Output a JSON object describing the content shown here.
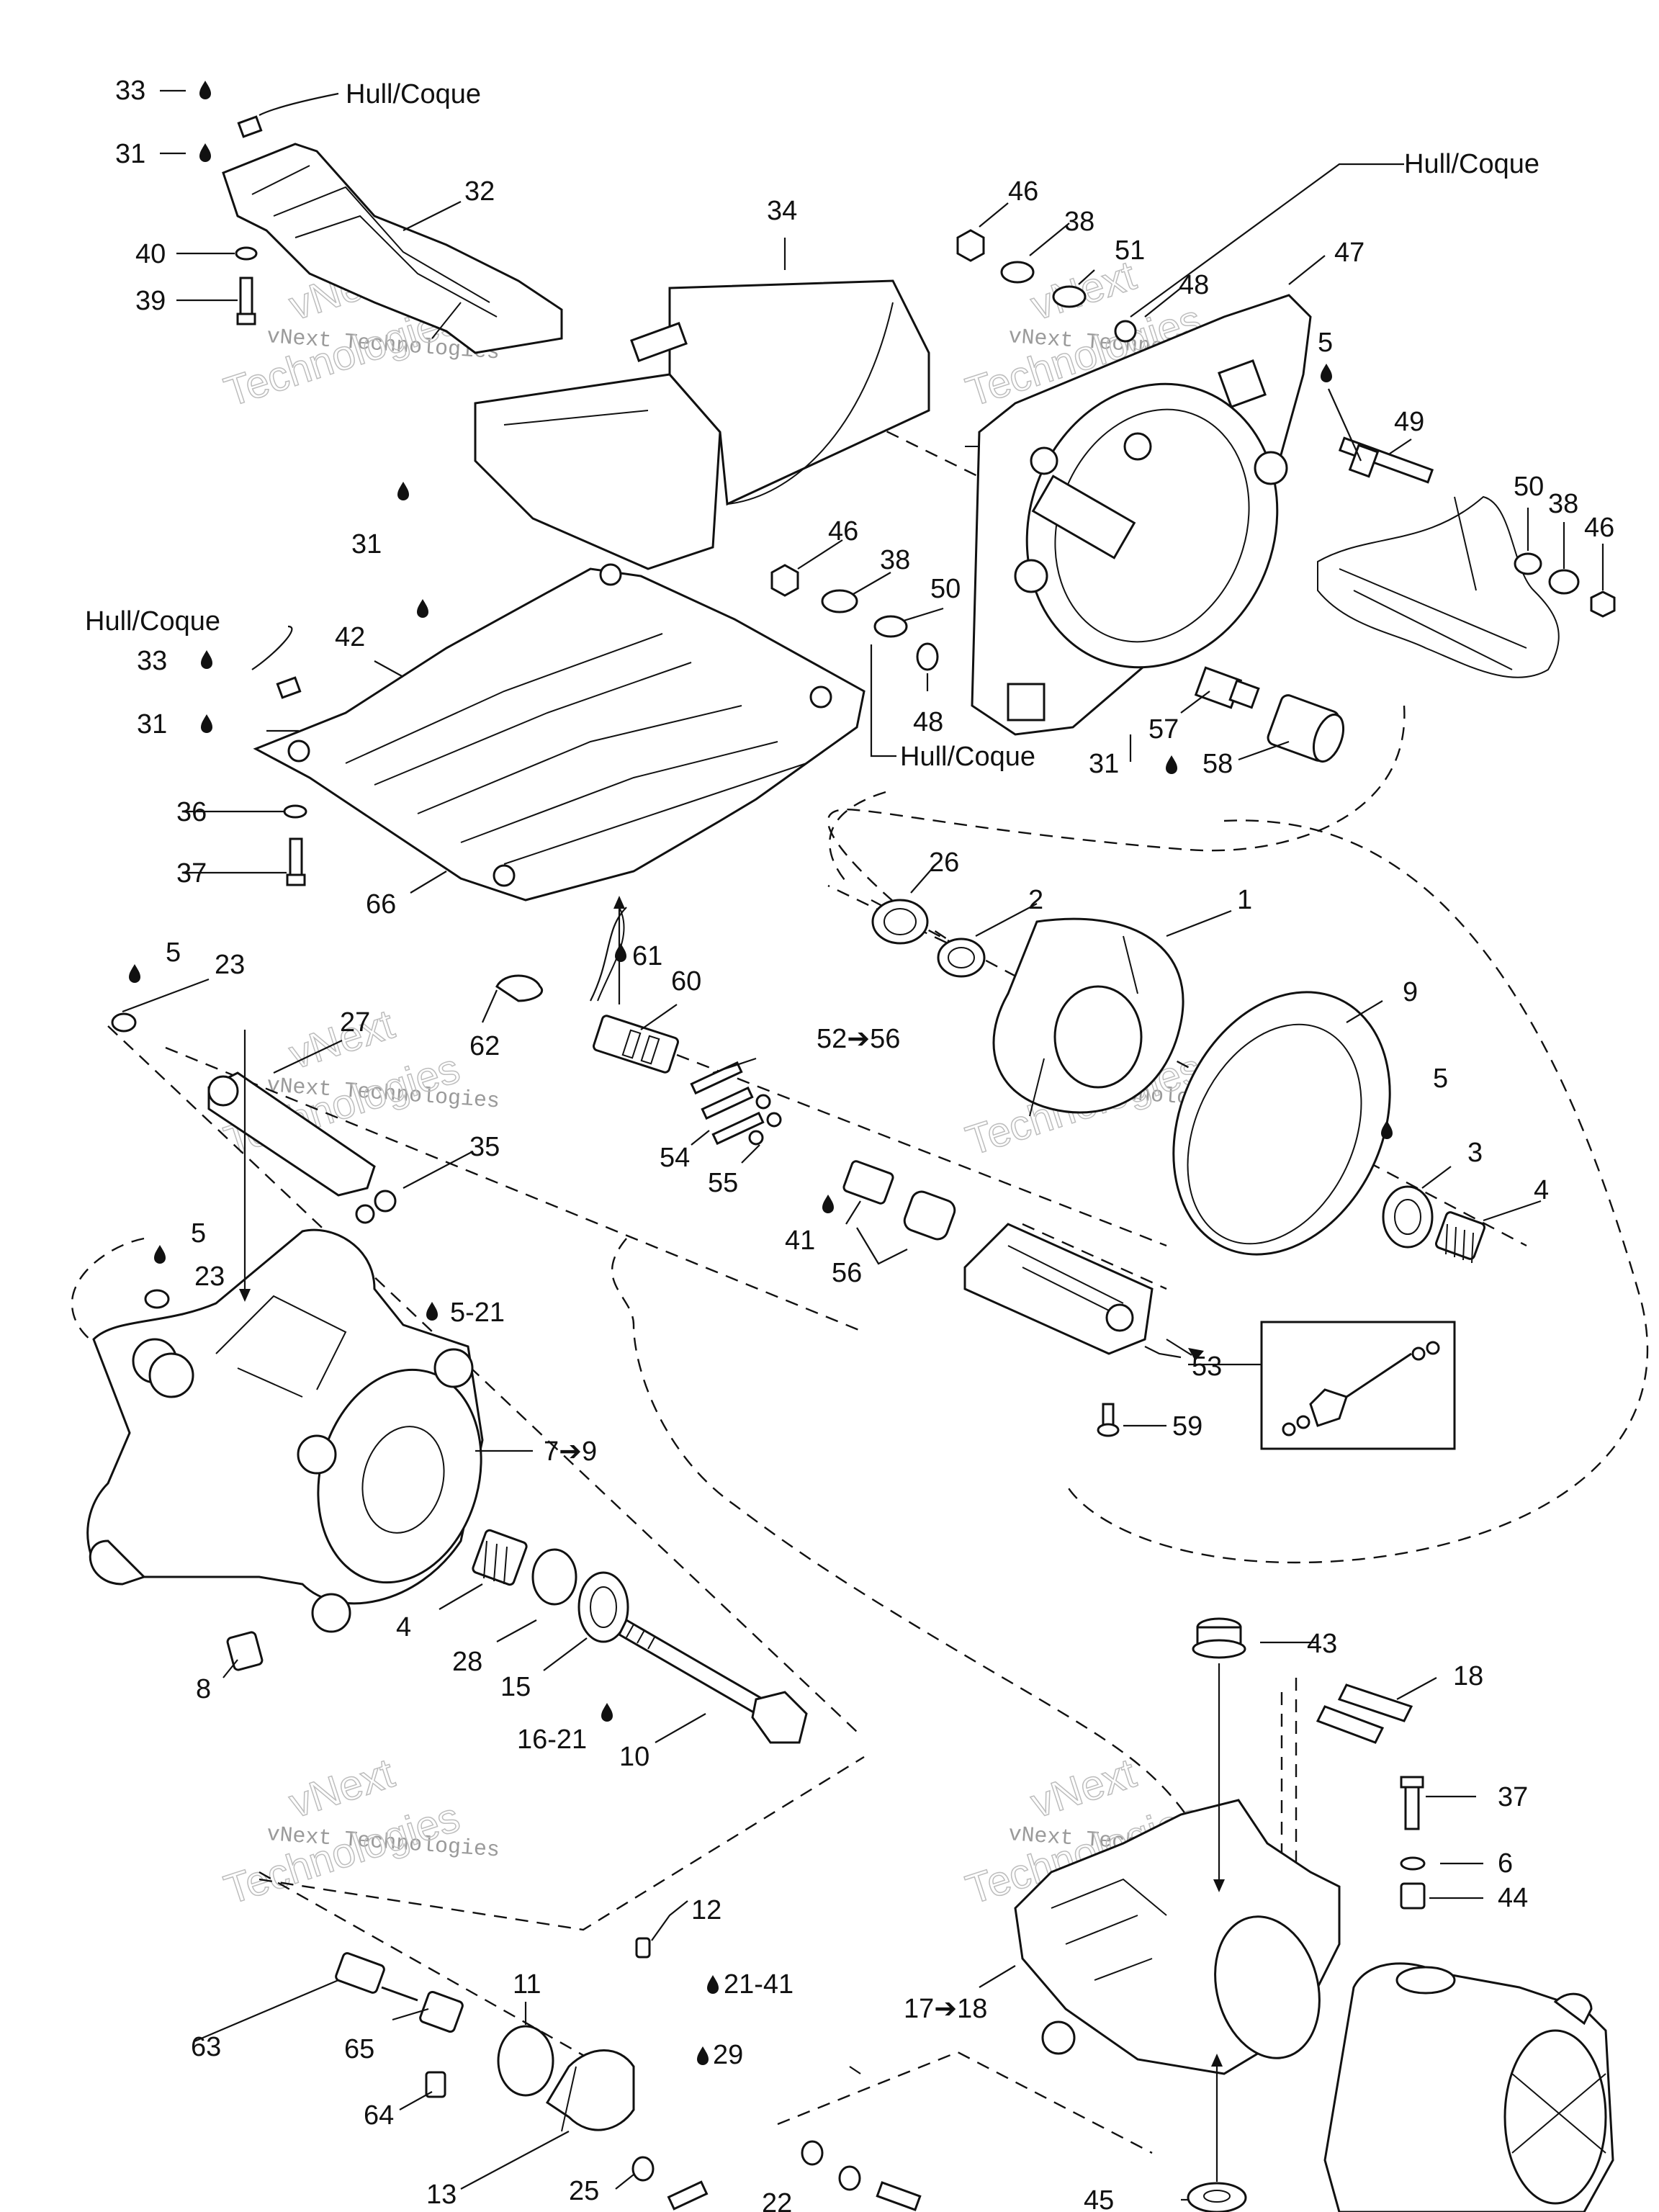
{
  "callouts": {
    "c33a": "33",
    "hull_a": "Hull/Coque",
    "c31a": "31",
    "c32": "32",
    "c40": "40",
    "c39": "39",
    "c34": "34",
    "c31b": "31",
    "c46a": "46",
    "c38a": "38",
    "c51": "51",
    "c48a": "48",
    "c47": "47",
    "hull_b": "Hull/Coque",
    "c5a": "5",
    "c49": "49",
    "c50a": "50",
    "c38b": "38",
    "c46b": "46",
    "c46c": "46",
    "c38c": "38",
    "c50b": "50",
    "c48b": "48",
    "hull_c": "Hull/Coque",
    "c57": "57",
    "c58": "58",
    "c31c": "31",
    "hull_d": "Hull/Coque",
    "c33b": "33",
    "c42": "42",
    "c31d": "31",
    "c36": "36",
    "c37a": "37",
    "c66": "66",
    "c26": "26",
    "c2": "2",
    "c1": "1",
    "c9": "9",
    "c5b": "5",
    "c23a": "23",
    "c61": "61",
    "c60": "60",
    "c27": "27",
    "c62": "62",
    "c52_56": "52➔56",
    "c54": "54",
    "c55": "55",
    "c35": "35",
    "c41": "41",
    "c56": "56",
    "c5c": "5",
    "c3": "3",
    "c4a": "4",
    "c5d": "5",
    "c23b": "23",
    "c5_21": "5-21",
    "c53": "53",
    "c59": "59",
    "c7_9": "7➔9",
    "c4b": "4",
    "c28": "28",
    "c15": "15",
    "c8": "8",
    "c16_21": "16-21",
    "c10": "10",
    "c43": "43",
    "c18": "18",
    "c37b": "37",
    "c6": "6",
    "c44": "44",
    "c12": "12",
    "c21_41": "21-41",
    "c11": "11",
    "c17_18": "17➔18",
    "c63": "63",
    "c65": "65",
    "c29": "29",
    "c64": "64",
    "c13": "13",
    "c25": "25",
    "c22": "22",
    "c45": "45"
  },
  "watermark": {
    "line1": "vNext",
    "line2": "vNext Technologies",
    "line3": "Technologies"
  },
  "icons": {
    "lubricant_drop": "drop-icon",
    "direction_arrow": "arrow-icon"
  }
}
